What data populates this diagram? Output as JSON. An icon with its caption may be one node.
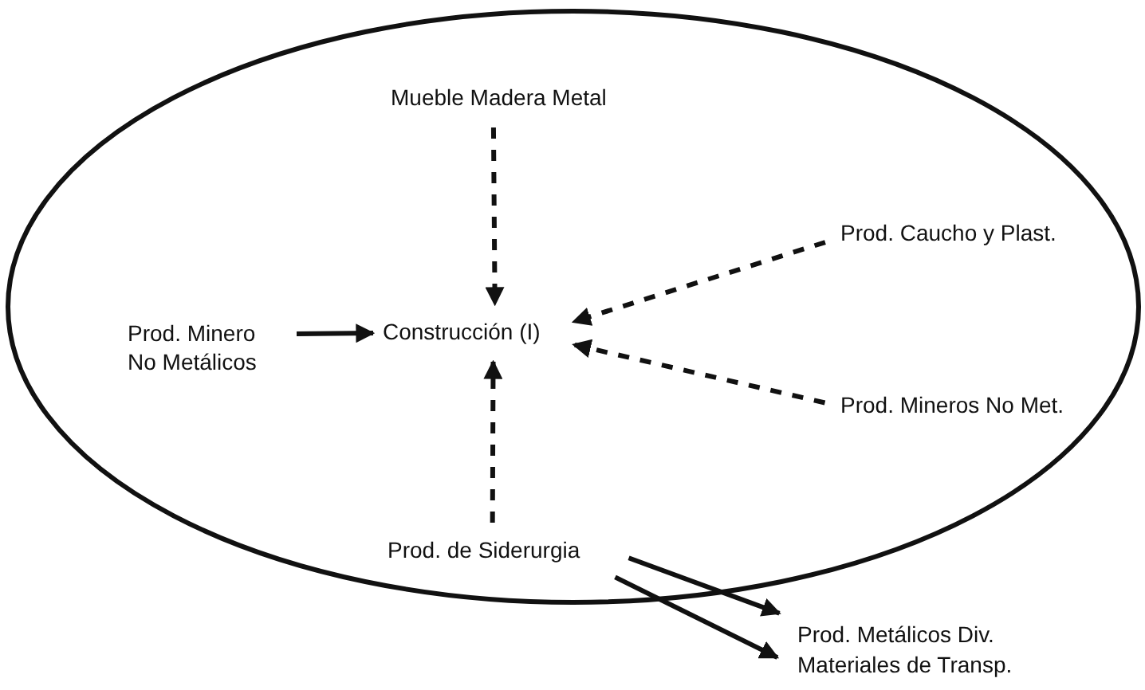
{
  "diagram": {
    "nodes": [
      {
        "text": [],
        "shape": "ellipse"
      },
      {
        "text": [
          "Mueble Madera Metal"
        ],
        "in": 0
      },
      {
        "text": [
          "Prod. Caucho y Plast."
        ],
        "in": 0
      },
      {
        "text": [
          "Prod. Minero No Metálicos"
        ],
        "in": 0
      },
      {
        "text": [
          "Construcción (I)"
        ],
        "in": 0
      },
      {
        "text": [
          "Prod. Mineros No Met."
        ],
        "in": 0
      },
      {
        "text": [
          "Prod. de Siderurgia"
        ],
        "in": 0
      },
      {
        "text": [
          "Prod. Metálicos Div."
        ]
      },
      {
        "text": [
          "Materiales de Transp."
        ]
      }
    ],
    "edges": [
      {
        "from": 1,
        "to": 4,
        "arrow": "to",
        "style": "dashed"
      },
      {
        "from": 2,
        "to": 4,
        "arrow": "to",
        "style": "dashed"
      },
      {
        "from": 3,
        "to": 4,
        "arrow": "to"
      },
      {
        "from": 5,
        "to": 4,
        "arrow": "to",
        "style": "dashed"
      },
      {
        "from": 6,
        "to": 4,
        "arrow": "to",
        "style": "dashed"
      },
      {
        "from": 6,
        "to": 7,
        "arrow": "to"
      },
      {
        "from": 6,
        "to": 8,
        "arrow": "to"
      }
    ]
  }
}
